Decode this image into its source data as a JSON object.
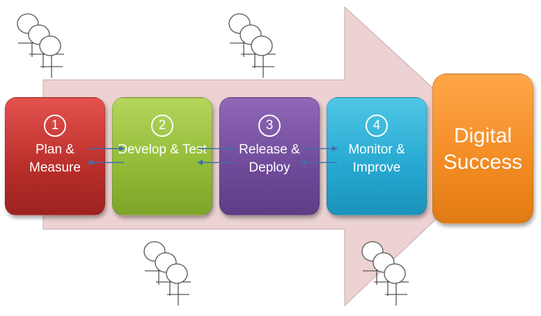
{
  "stages": [
    {
      "number": "1",
      "label": "Plan & Measure"
    },
    {
      "number": "2",
      "label": "Develop & Test"
    },
    {
      "number": "3",
      "label": "Release & Deploy"
    },
    {
      "number": "4",
      "label": "Monitor & Improve"
    }
  ],
  "goal": {
    "label": "Digital Success"
  },
  "colors": {
    "arrow": "#ecd2d2",
    "stage_1": "#c93c38",
    "stage_2": "#9dc43f",
    "stage_3": "#7a55a3",
    "stage_4": "#2eb2d9",
    "goal": "#f7921e",
    "connector": "#3f6fae"
  },
  "icons": [
    "people-group-icon",
    "people-group-icon",
    "people-group-icon",
    "people-group-icon"
  ]
}
